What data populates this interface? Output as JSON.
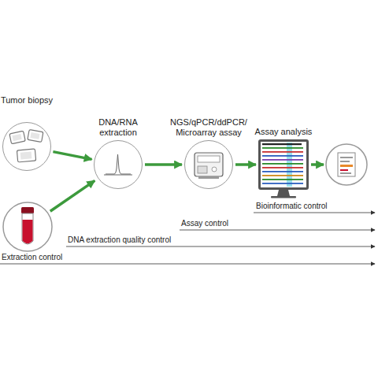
{
  "diagram": {
    "nodes": [
      {
        "text": [
          "Tumor biopsy"
        ]
      },
      {
        "text": [
          "DNA/RNA extraction"
        ]
      },
      {
        "text": [
          "NGS/qPCR/ddPCR/ Microarray assay"
        ]
      },
      {
        "text": [
          "Assay analysis"
        ]
      }
    ],
    "edges": [
      {
        "from": 0,
        "to": 1,
        "arrow": "to"
      },
      {
        "from": 1,
        "to": 2,
        "arrow": "to"
      },
      {
        "from": 2,
        "to": 3,
        "arrow": "to"
      }
    ],
    "labels": [
      "Bioinformatic control",
      "Assay control",
      "DNA extraction quality control",
      "Extraction control"
    ]
  }
}
